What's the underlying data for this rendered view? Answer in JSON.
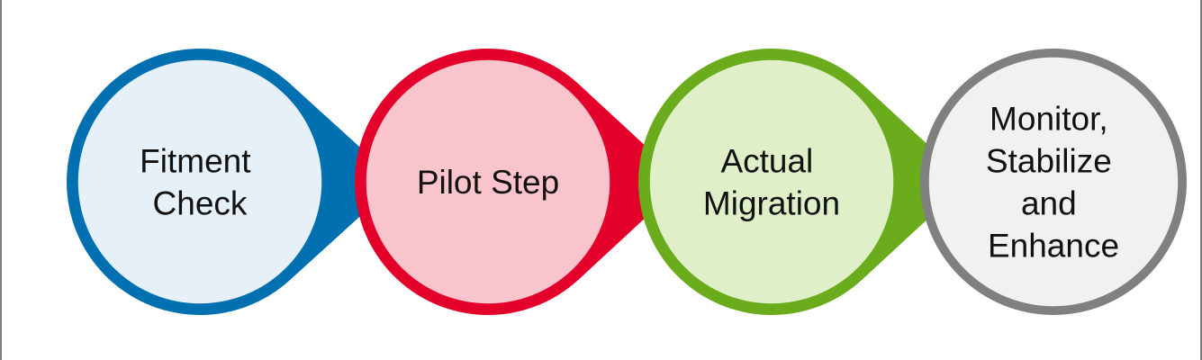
{
  "steps": [
    {
      "id": "fitment-check",
      "lines": [
        "Fitment",
        "Check"
      ],
      "ring_color": "#0070b0",
      "fill_color": "#e6f0f8"
    },
    {
      "id": "pilot-step",
      "lines": [
        "Pilot Step"
      ],
      "ring_color": "#e3002b",
      "fill_color": "#f9c4cb"
    },
    {
      "id": "actual-migration",
      "lines": [
        "Actual",
        "Migration"
      ],
      "ring_color": "#6aac1c",
      "fill_color": "#dff0c9"
    },
    {
      "id": "monitor-stabilize-enhance",
      "lines": [
        "Monitor,",
        "Stabilize",
        "and",
        "Enhance"
      ],
      "ring_color": "#808080",
      "fill_color": "#f1f1f1"
    }
  ]
}
